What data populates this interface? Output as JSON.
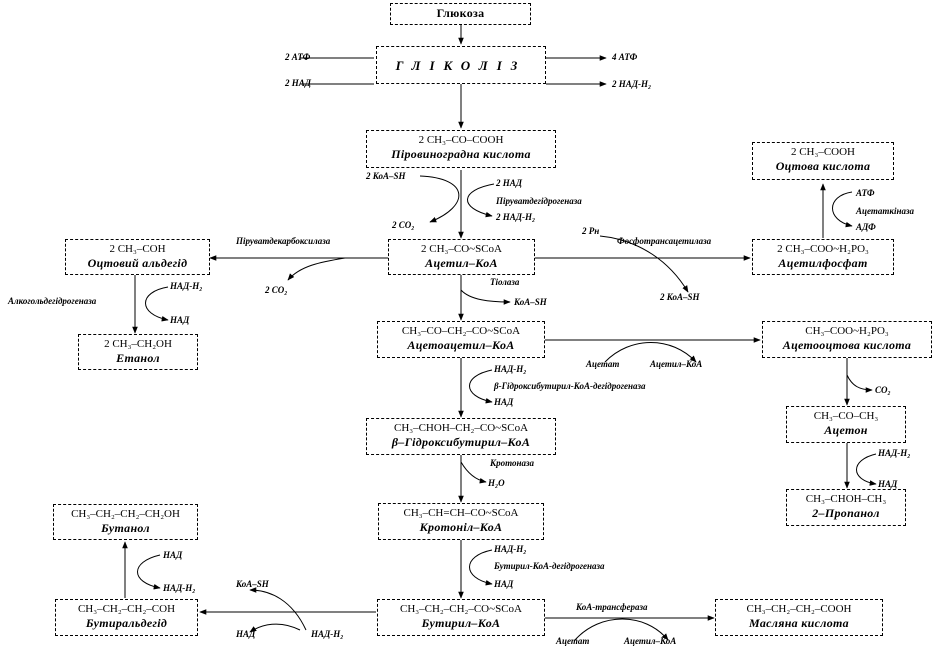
{
  "boxes": {
    "glucose": {
      "name": "Глюкоза"
    },
    "glycolysis": {
      "name": "ГЛІКОЛІЗ"
    },
    "pyruvate": {
      "formula": "2 CH₃–CO–COOH",
      "name": "Піровиноградна кислота"
    },
    "acetyl_coa": {
      "formula": "2 CH₃–CO~SCoA",
      "name": "Ацетил–КоА"
    },
    "acetaldehyde": {
      "formula": "2 CH₃–COH",
      "name": "Оцтовий альдегід"
    },
    "ethanol": {
      "formula": "2 CH₃–CH₂OH",
      "name": "Етанол"
    },
    "acetic_acid": {
      "formula": "2 CH₃–COOH",
      "name": "Оцтова кислота"
    },
    "acetyl_phosphate": {
      "formula": "2 CH₃–COO~H₂PO₃",
      "name": "Ацетилфосфат"
    },
    "acetoacetyl_coa": {
      "formula": "CH₃–CO–CH₂–CO~SCoA",
      "name": "Ацетоацетил–КоА"
    },
    "acetoacetic": {
      "formula": "CH₃–COO~H₂PO₃",
      "name": "Ацетооцтова кислота"
    },
    "hydroxybutyryl_coa": {
      "formula": "CH₃–CHOH–CH₂–CO~SCoA",
      "name": "β–Гідроксибутирил–КоА"
    },
    "acetone": {
      "formula": "CH₃–CO–CH₃",
      "name": "Ацетон"
    },
    "crotonyl_coa": {
      "formula": "CH₃–CH=CH–CO~SCoA",
      "name": "Кротоніл–КоА"
    },
    "propanol": {
      "formula": "CH₃–CHOH–CH₃",
      "name": "2–Пропанол"
    },
    "butanol": {
      "formula": "CH₃–CH₂–CH₂–CH₂OH",
      "name": "Бутанол"
    },
    "butyraldehyde": {
      "formula": "CH₃–CH₂–CH₂–COH",
      "name": "Бутиральдегід"
    },
    "butyryl_coa": {
      "formula": "CH₃–CH₂–CH₂–CO~SCoA",
      "name": "Бутирил–КоА"
    },
    "butyric_acid": {
      "formula": "CH₃–CH₂–CH₂–COOH",
      "name": "Масляна кислота"
    }
  },
  "labels": {
    "atp_in": "2 АТФ",
    "atp_out": "4 АТФ",
    "nad_in": "2 НАД",
    "nadh_out": "2 НАД-Н₂",
    "coash_in": "2 КоА–SH",
    "nad_pdh": "2 НАД",
    "nadh_pdh": "2 НАД-Н₂",
    "co2_pdh": "2 CO₂",
    "enz_pdh": "Піруватдегідрогеназа",
    "enz_pdc": "Піруватдекарбоксилаза",
    "co2_pdc": "2 CO₂",
    "pi": "2 Рн",
    "enz_pta": "Фосфотрансацетилаза",
    "coash_pta": "2 КоА–SH",
    "atp_ack": "АТФ",
    "adp_ack": "АДФ",
    "enz_ack": "Ацетаткіназа",
    "enz_adh": "Алкогольдегідрогеназа",
    "nadh_adh": "НАД-Н₂",
    "nad_adh": "НАД",
    "enz_thiolase": "Тіолаза",
    "coash_thiolase": "КоА–SH",
    "acetate_1": "Ацетат",
    "acetylcoa_1": "Ацетил–КоА",
    "nadh_hbd": "НАД-Н₂",
    "nad_hbd": "НАД",
    "enz_hbd": "β-Гідроксибутирил-КоА-дегідрогеназа",
    "co2_adc": "CO₂",
    "nadh_sadh": "НАД-Н₂",
    "nad_sadh": "НАД",
    "enz_crotonase": "Кротоназа",
    "h2o": "H₂O",
    "nadh_bcd": "НАД-Н₂",
    "nad_bcd": "НАД",
    "enz_bcd": "Бутирил-КоА-дегідрогеназа",
    "nad_bdh": "НАД",
    "nadh_bdh": "НАД-Н₂",
    "coash_ald": "КоА–SH",
    "nad_ald": "НАД",
    "nadh_ald": "НАД-Н₂",
    "enz_ctf": "КоА-трансфераза",
    "acetate_2": "Ацетат",
    "acetylcoa_2": "Ацетил–КоА"
  }
}
